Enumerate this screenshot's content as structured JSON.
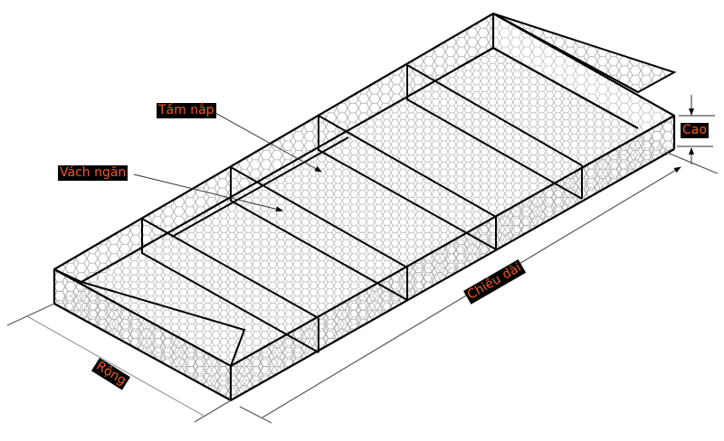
{
  "diagram": {
    "subject": "gabion box",
    "label_color": "#f15a24",
    "label_bg": "#000000",
    "line_color": "#000000",
    "mesh_color": "#9a9a9a",
    "labels": {
      "lid": "Tấm nắp",
      "diaphragm": "Vách ngăn",
      "height": "Cao",
      "length": "Chiều dài",
      "width": "Rộng"
    }
  }
}
